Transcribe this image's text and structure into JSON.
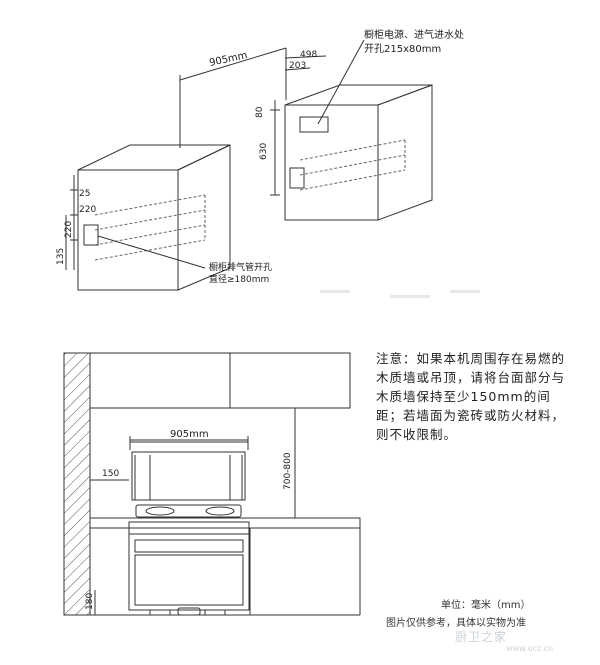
{
  "top_diagram": {
    "width_label": "905mm",
    "callout_top": {
      "line1": "橱柜电源、进气进水处",
      "line2": "开孔215x80mm"
    },
    "callout_bottom": {
      "line1": "橱柜排气管开孔",
      "line2": "直径≥180mm"
    },
    "dims_left": [
      "25",
      "220",
      "135",
      "220"
    ],
    "dims_right_top": [
      "498",
      "203"
    ],
    "dims_right_side": [
      "80",
      "630"
    ]
  },
  "bottom_diagram": {
    "width_label": "905mm",
    "side_gap_label": "150",
    "height_range_label": "700-800",
    "base_label": "180"
  },
  "note": {
    "text": "注意：如果本机周围存在易燃的木质墙或吊顶，请将台面部分与木质墙保持至少150mm的间距；若墙面为瓷砖或防火材料，则不收限制。"
  },
  "footer": {
    "unit": "单位：毫米（mm）",
    "disclaimer": "图片仅供参考，具体以实物为准"
  },
  "watermark": {
    "main": "厨卫之家",
    "sub": "www.ucz.cn"
  }
}
